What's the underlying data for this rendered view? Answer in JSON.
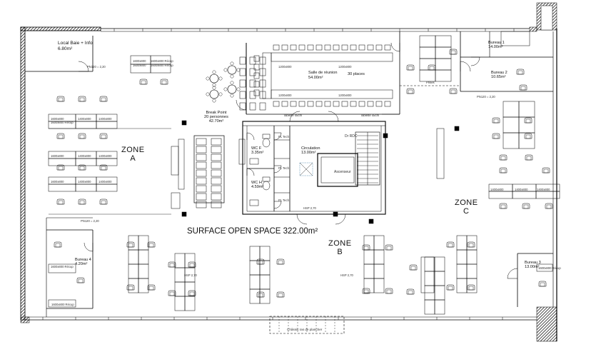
{
  "zones": {
    "a_line1": "ZONE",
    "a_line2": "A",
    "b_line1": "ZONE",
    "b_line2": "B",
    "c_line1": "ZONE",
    "c_line2": "C"
  },
  "open_space": "SURFACE OPEN SPACE 322.00m²",
  "rooms": {
    "local_baie_name": "Local Baie + Info",
    "local_baie_area": "6.80m²",
    "salle_reunion_name": "Salle de réunion",
    "salle_reunion_area": "54.00m²",
    "salle_reunion_places": "30 places",
    "break_point_name": "Break Point",
    "break_point_people": "20 personnes",
    "break_point_area": "42.70m²",
    "wcf_name": "WC F",
    "wcf_area": "3.35m²",
    "wch_name": "WC H",
    "wch_area": "4.59m²",
    "pl_tech_label": "PL Tech",
    "circulation_name": "Circulation",
    "circulation_area": "13.00m²",
    "ascenseur": "Ascenseur",
    "dr_rdc": "Dr RDC",
    "bureau1_name": "Bureau 1",
    "bureau1_area": "14.00m²",
    "bureau2_name": "Bureau 2",
    "bureau2_area": "10.65m²",
    "bureau3_name": "Bureau 3",
    "bureau3_area": "13.00m²",
    "bureau4_name": "Bureau 4",
    "bureau4_area": "4.20m²",
    "chassis": "Châssis ras de plancher"
  },
  "small_labels": {
    "desk_1600": "1600x800",
    "desk_recup": "1600x800 Récup",
    "desk_1200": "1200x800",
    "desk_1400": "1400x800",
    "plan_ht": "PN120 = 2,20",
    "console": "Tablette 45cm",
    "hsp": "HSP 2,70",
    "socket": "Prises"
  }
}
